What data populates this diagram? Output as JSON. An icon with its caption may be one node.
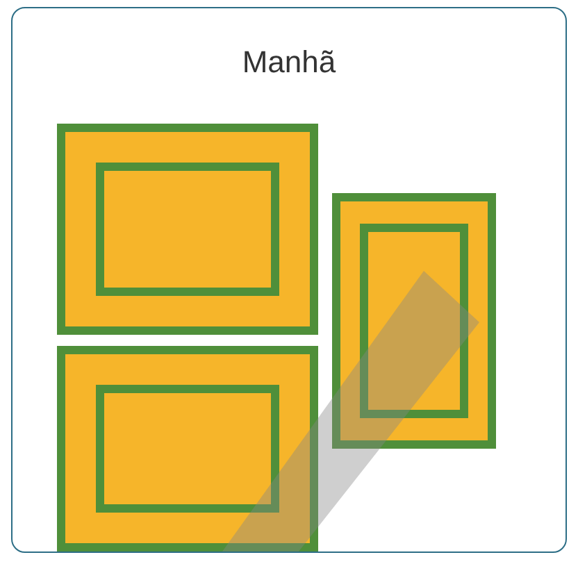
{
  "diagram": {
    "nodes": [
      {
        "text": [
          "Manhã"
        ]
      },
      {
        "text": [],
        "shape": "box",
        "in": 0
      },
      {
        "text": [],
        "shape": "box",
        "in": 0
      },
      {
        "text": [],
        "shape": "box",
        "in": 0
      }
    ]
  }
}
